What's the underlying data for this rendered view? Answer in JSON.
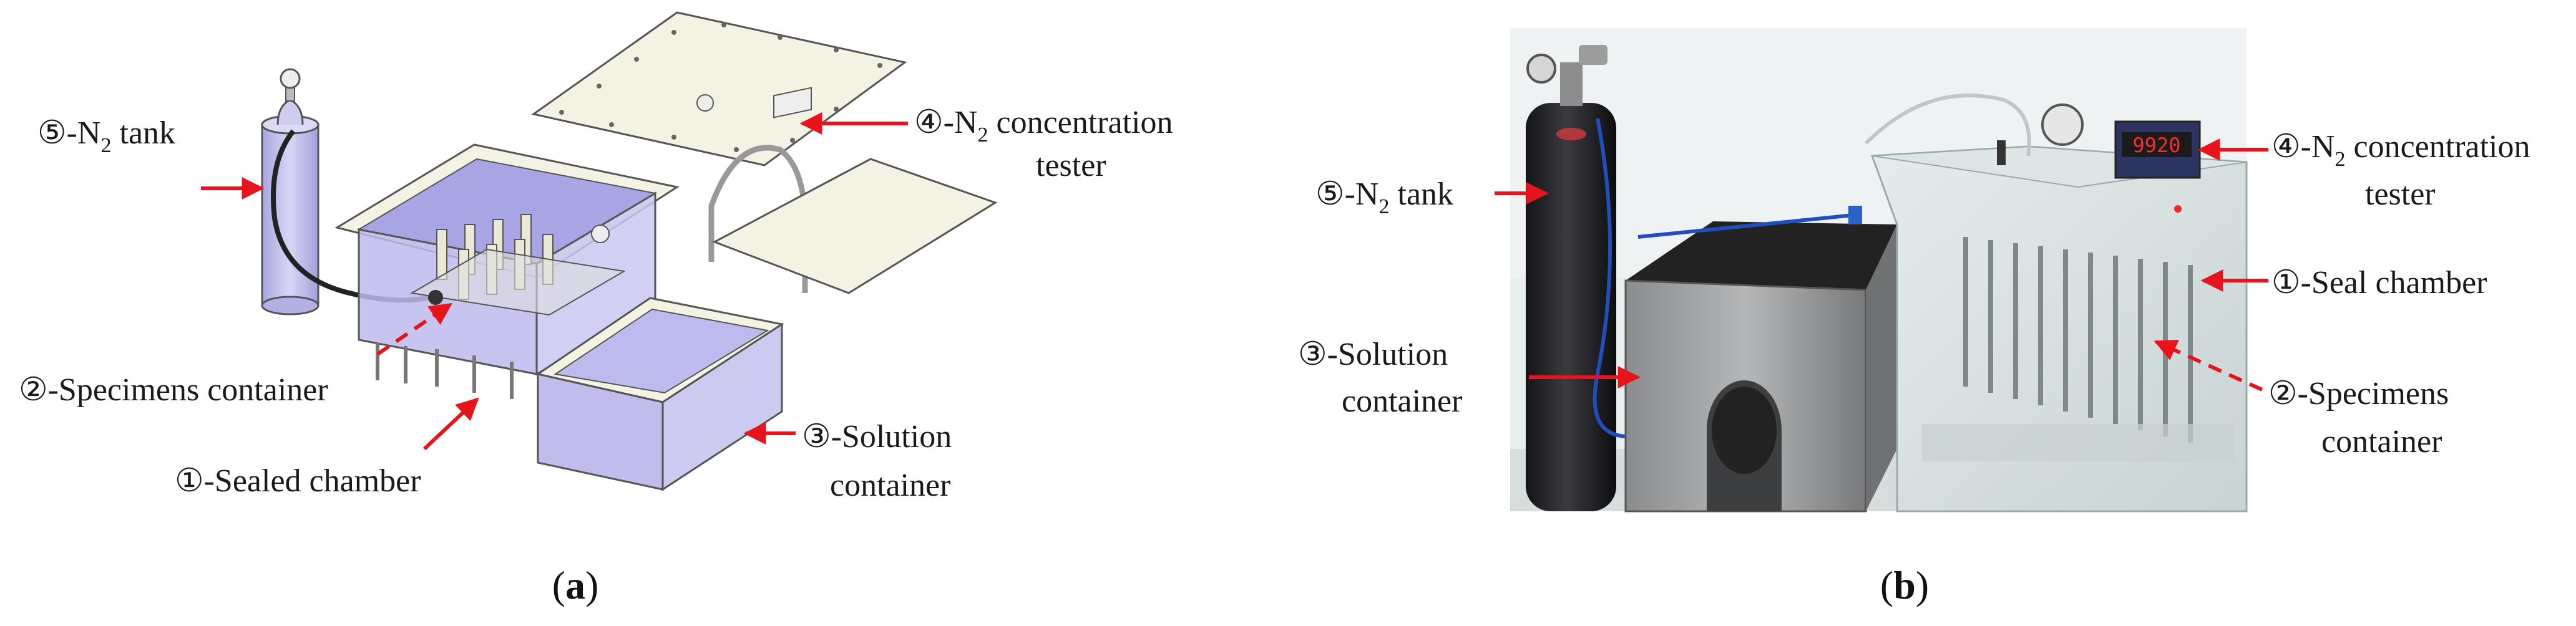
{
  "panel_a": {
    "caption_open": "(",
    "caption_letter": "a",
    "caption_close": ")",
    "labels": {
      "n2_tank_prefix": "⑤-N",
      "n2_tank_sub": "2",
      "n2_tank_suffix": " tank",
      "tester_prefix": "④-N",
      "tester_sub": "2",
      "tester_suffix": " concentration",
      "tester_line2": "tester",
      "specimens": "②-Specimens container",
      "sealed": "①-Sealed chamber",
      "solution_line1": "③-Solution",
      "solution_line2": "container"
    }
  },
  "panel_b": {
    "caption_open": "(",
    "caption_letter": "b",
    "caption_close": ")",
    "display_reading": "9920",
    "labels": {
      "n2_tank_prefix": "⑤-N",
      "n2_tank_sub": "2",
      "n2_tank_suffix": " tank",
      "tester_prefix": "④-N",
      "tester_sub": "2",
      "tester_suffix": " concentration",
      "tester_line2": "tester",
      "seal": "①-Seal chamber",
      "solution_line1": "③-Solution",
      "solution_line2": "container",
      "specimens_line1": "②-Specimens",
      "specimens_line2": "container"
    }
  },
  "colors": {
    "arrow": "#e8141b",
    "chamber_fill": "#b9b6ea",
    "plate_fill": "#f3f2e3",
    "outline": "#444444"
  }
}
